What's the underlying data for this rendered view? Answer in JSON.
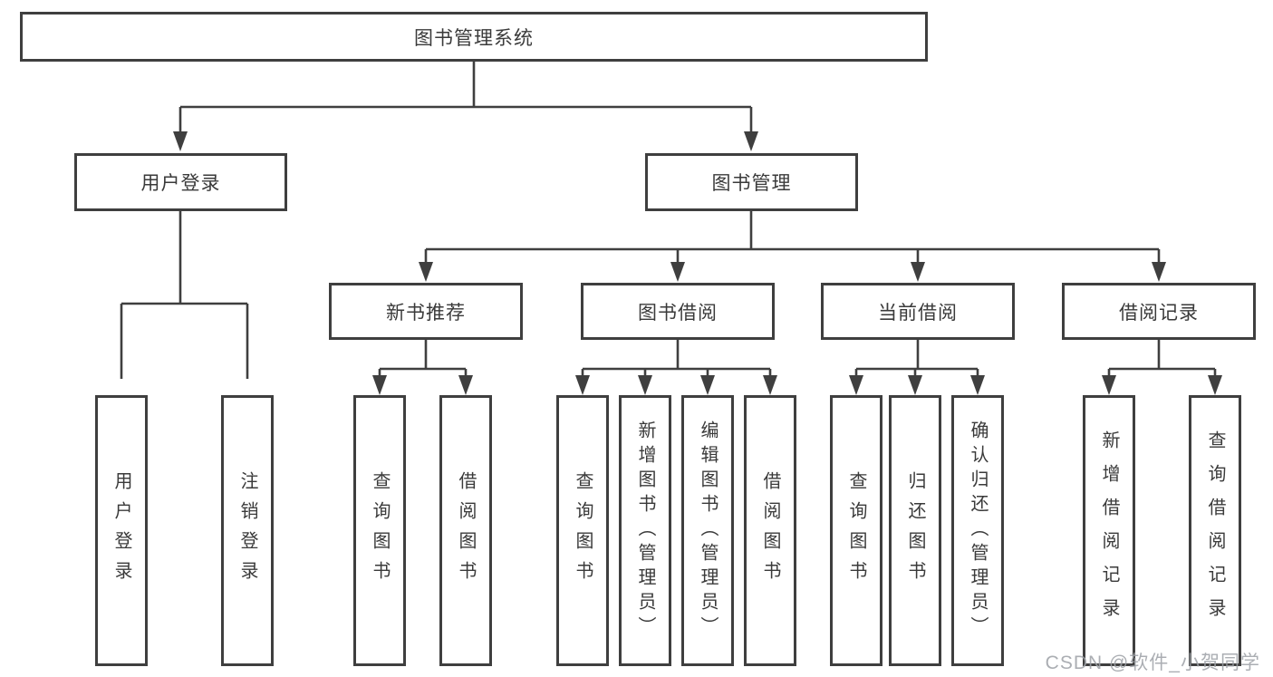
{
  "tree": {
    "root": {
      "label": "图书管理系统"
    },
    "branches": [
      {
        "label": "用户登录",
        "children": [
          {
            "label": "用户登录"
          },
          {
            "label": "注销登录"
          }
        ]
      },
      {
        "label": "图书管理",
        "sections": [
          {
            "label": "新书推荐",
            "children": [
              {
                "label": "查询图书"
              },
              {
                "label": "借阅图书"
              }
            ]
          },
          {
            "label": "图书借阅",
            "children": [
              {
                "label": "查询图书"
              },
              {
                "label": "新增图书（管理员）"
              },
              {
                "label": "编辑图书（管理员）"
              },
              {
                "label": "借阅图书"
              }
            ]
          },
          {
            "label": "当前借阅",
            "children": [
              {
                "label": "查询图书"
              },
              {
                "label": "归还图书"
              },
              {
                "label": "确认归还（管理员）"
              }
            ]
          },
          {
            "label": "借阅记录",
            "children": [
              {
                "label": "新增借阅记录"
              },
              {
                "label": "查询借阅记录"
              }
            ]
          }
        ]
      }
    ]
  },
  "watermark": "CSDN @软件_小贺同学",
  "colors": {
    "line": "#3f3f3f",
    "text": "#3a3a3a",
    "watermark": "#9da1a6"
  }
}
